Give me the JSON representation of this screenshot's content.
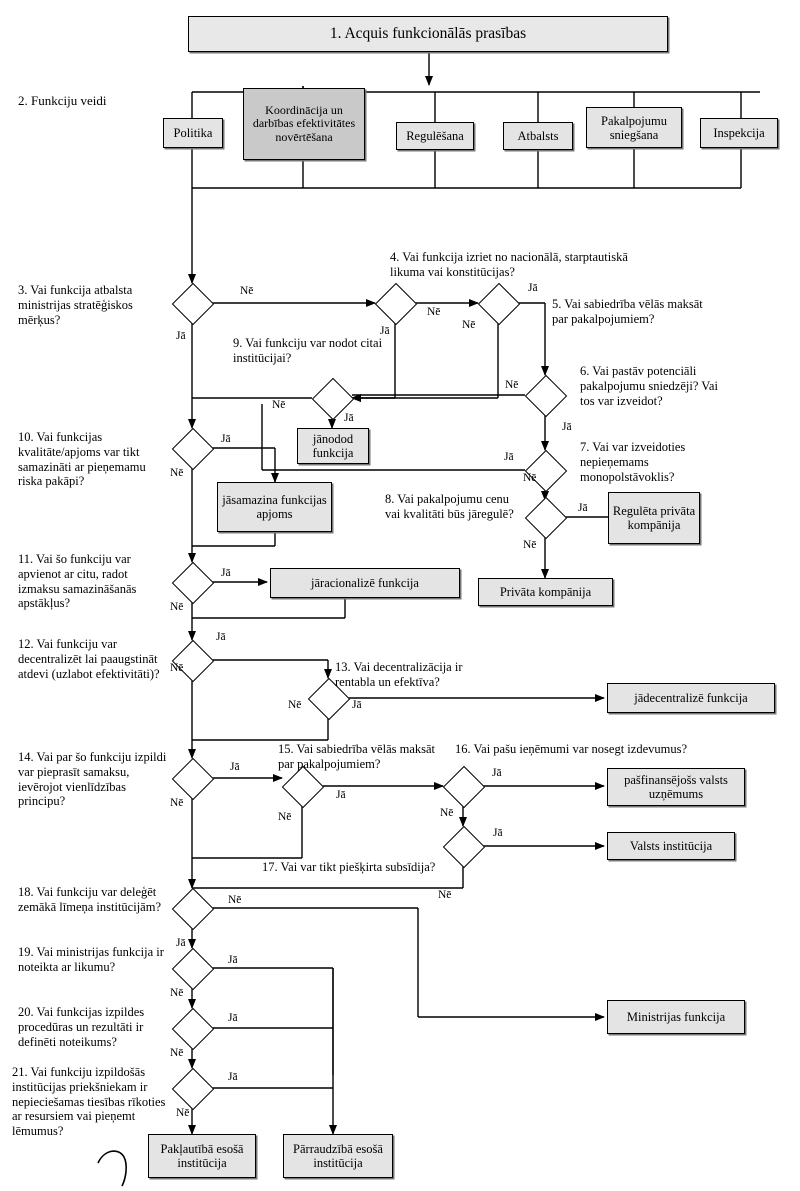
{
  "diagram": {
    "type": "flowchart",
    "language": "lv",
    "section_labels": {
      "funkciju_veidi": "2. Funkciju veidi"
    },
    "title_box": "1. Acquis funkcionālās prasības",
    "function_types": [
      "Politika",
      "Koordinācija un darbības efektivitātes novērtēšana",
      "Regulēšana",
      "Atbalsts",
      "Pakalpojumu sniegšana",
      "Inspekcija"
    ],
    "questions": {
      "q3": "3. Vai funkcija atbalsta ministrijas stratēģiskos mērķus?",
      "q4": "4. Vai funkcija izriet no nacionālā, starptautiskā likuma vai konstitūcijas?",
      "q5": "5. Vai sabiedrība vēlās maksāt par pakalpojumiem?",
      "q6": "6. Vai pastāv potenciāli pakalpojumu sniedzēji? Vai tos var izveidot?",
      "q7": "7. Vai var izveidoties nepieņemams monopolstāvoklis?",
      "q8": "8. Vai pakalpojumu cenu vai kvalitāti būs jāregulē?",
      "q9": "9. Vai funkciju var nodot citai institūcijai?",
      "q10": "10. Vai funkcijas kvalitāte/apjoms var tikt samazināti ar pieņemamu riska pakāpi?",
      "q11": "11. Vai šo funkciju var apvienot ar citu, radot izmaksu samazināšanās apstākļus?",
      "q12": "12. Vai funkciju var decentralizēt lai paaugstināt atdevi (uzlabot efektivitāti)?",
      "q13": "13. Vai decentralizācija ir rentabla un efektīva?",
      "q14": "14. Vai par šo funkciju izpildi var pieprasīt samaksu, ievērojot vienlīdzības principu?",
      "q15": "15. Vai sabiedrība vēlās maksāt par pakalpojumiem?",
      "q16": "16. Vai pašu ieņēmumi var nosegt izdevumus?",
      "q17": "17. Vai var tikt piešķirta subsīdija?",
      "q18": "18. Vai funkciju var deleģēt zemākā līmeņa institūcijām?",
      "q19": "19. Vai ministrijas funkcija ir noteikta ar likumu?",
      "q20": "20. Vai funkcijas izpildes procedūras un rezultāti ir definēti noteikums?",
      "q21": "21. Vai funkciju izpildošās institūcijas priekšniekam ir nepieciešamas tiesības rīkoties ar resursiem vai pieņemt lēmumus?"
    },
    "outcomes": {
      "janodod_funkcija": "jānodod funkcija",
      "jasamazina_funkcijas_apjoms": "jāsamazina funkcijas apjoms",
      "jaracionalize_funkcija": "jāracionalizē funkcija",
      "regulata_privata_kompanija": "Regulēta privāta kompānija",
      "privata_kompanija": "Privāta kompānija",
      "jadecentralize_funkcija": "jādecentralizē funkcija",
      "pasfinansejoss_valsts_uznemums": "pašfinansējošs valsts uzņēmums",
      "valsts_institucija": "Valsts institūcija",
      "ministrijas_funkcija": "Ministrijas funkcija",
      "paklautiba_esosa_institucija": "Pakļautībā esošā institūcija",
      "parraudziba_esosa_institucija": "Pārraudzībā esošā institūcija"
    },
    "edge_labels": {
      "yes": "Jā",
      "no": "Nē"
    },
    "colors": {
      "box_fill": "#e4e4e4",
      "box_fill_emphasis": "#c9c9c9",
      "line": "#000000",
      "page": "#ffffff"
    }
  }
}
